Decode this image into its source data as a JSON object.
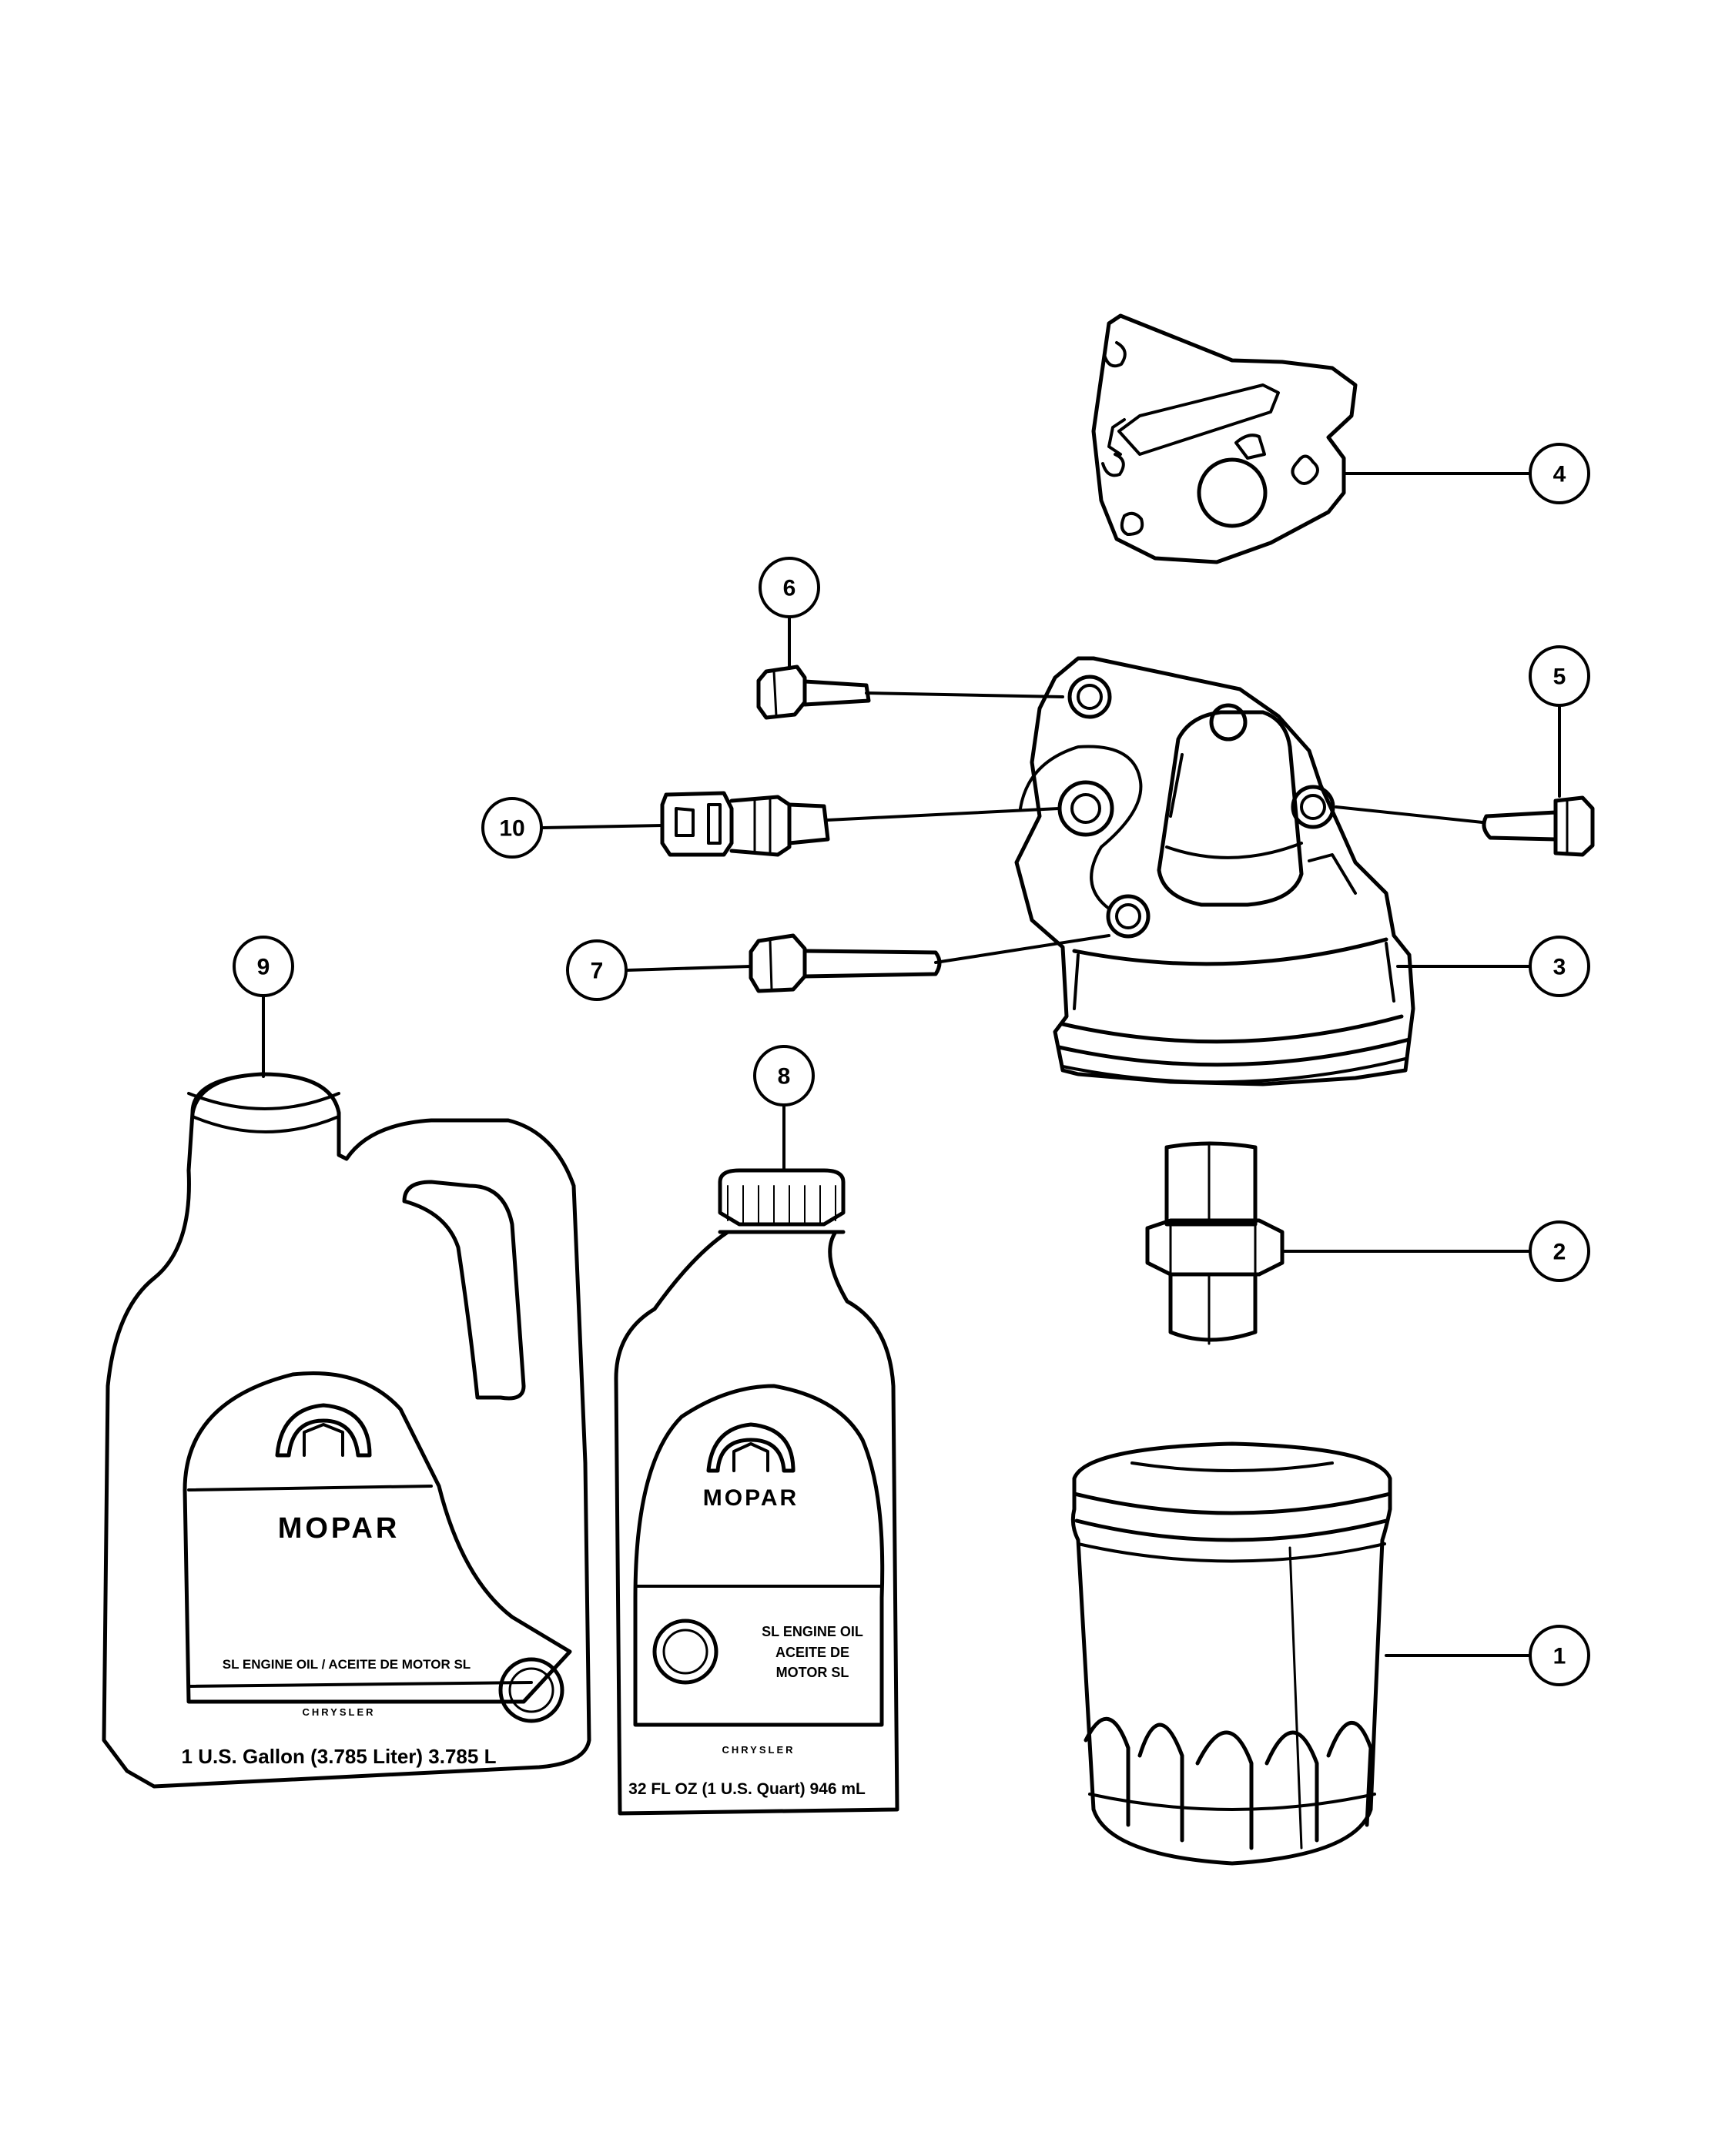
{
  "callouts": {
    "c1": "1",
    "c2": "2",
    "c3": "3",
    "c4": "4",
    "c5": "5",
    "c6": "6",
    "c7": "7",
    "c8": "8",
    "c9": "9",
    "c10": "10"
  },
  "gallon_jug": {
    "brand": "MOPAR",
    "product": "SL ENGINE OIL / ACEITE DE MOTOR SL",
    "size": "1 U.S. Gallon  (3.785 Liter)  3.785 L",
    "sublogo": "CHRYSLER"
  },
  "quart_bottle": {
    "brand": "MOPAR",
    "product_line1": "SL ENGINE OIL",
    "product_line2": "ACEITE DE",
    "product_line3": "MOTOR SL",
    "size": "32 FL OZ  (1 U.S. Quart)  946 mL",
    "sublogo": "CHRYSLER"
  },
  "colors": {
    "ink": "#000000",
    "paper": "#ffffff"
  }
}
